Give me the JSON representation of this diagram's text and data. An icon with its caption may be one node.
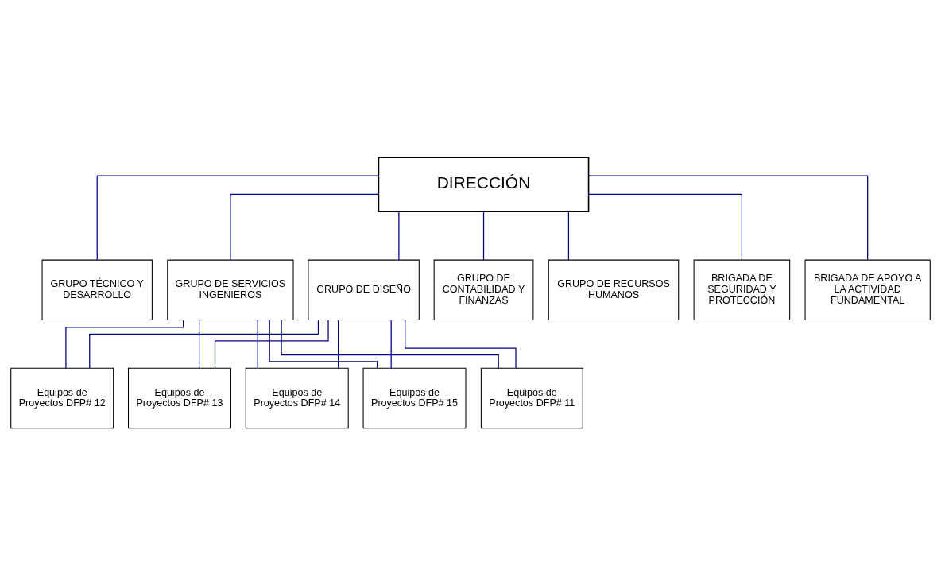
{
  "diagram": {
    "nodes": [
      {
        "text": [
          "DIRECCIÓN"
        ]
      },
      {
        "text": [
          "GRUPO TÉCNICO Y DESARROLLO"
        ]
      },
      {
        "text": [
          "GRUPO DE DISEÑO"
        ]
      },
      {
        "text": [
          "GRUPO DE SERVICIOS INGENIEROS"
        ]
      },
      {
        "text": [
          "GRUPO DE CONTABILIDAD Y FINANZAS"
        ]
      },
      {
        "text": [
          "GRUPO DE RECURSOS HUMANOS"
        ]
      },
      {
        "text": [
          "BRIGADA DE SEGURIDAD Y PROTECCIÓN"
        ]
      },
      {
        "text": [
          "BRIGADA DE APOYO A LA ACTIVIDAD FUNDAMENTAL"
        ]
      },
      {
        "text": [
          "Equipos de Proyectos DFP# 11"
        ]
      },
      {
        "text": [
          "Equipos de Proyectos DFP# 12"
        ]
      },
      {
        "text": [
          "Equipos de Proyectos DFP# 13"
        ]
      },
      {
        "text": [
          "Equipos de Proyectos DFP# 14"
        ]
      },
      {
        "text": [
          "Equipos de Proyectos DFP# 15"
        ]
      }
    ],
    "edges": [
      {
        "from": 0,
        "to": 1,
        "arrow": "none"
      },
      {
        "from": 0,
        "to": 2,
        "arrow": "none"
      },
      {
        "from": 0,
        "to": 3,
        "arrow": "none"
      },
      {
        "from": 0,
        "to": 4,
        "arrow": "none"
      },
      {
        "from": 0,
        "to": 5,
        "arrow": "none"
      },
      {
        "from": 0,
        "to": 6,
        "arrow": "none"
      },
      {
        "from": 0,
        "to": 7,
        "arrow": "none"
      },
      {
        "from": 2,
        "to": 8,
        "arrow": "none"
      },
      {
        "from": 2,
        "to": 9,
        "arrow": "none"
      },
      {
        "from": 2,
        "to": 10,
        "arrow": "none"
      },
      {
        "from": 2,
        "to": 11,
        "arrow": "none"
      },
      {
        "from": 2,
        "to": 12,
        "arrow": "none"
      },
      {
        "from": 3,
        "to": 8,
        "arrow": "none"
      },
      {
        "from": 3,
        "to": 9,
        "arrow": "none"
      },
      {
        "from": 3,
        "to": 10,
        "arrow": "none"
      },
      {
        "from": 3,
        "to": 11,
        "arrow": "none"
      },
      {
        "from": 3,
        "to": 12,
        "arrow": "none"
      }
    ]
  }
}
